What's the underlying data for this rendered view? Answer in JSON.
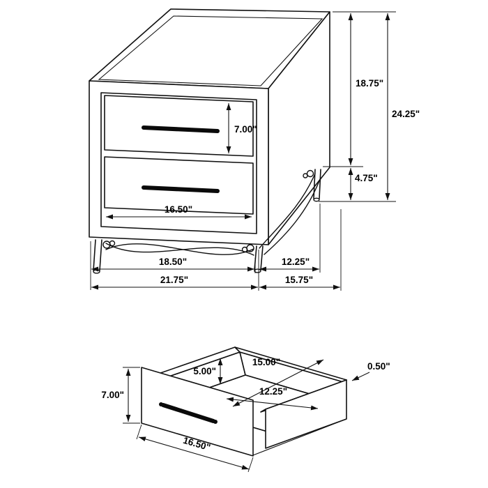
{
  "colors": {
    "line": "#111111",
    "background": "#ffffff"
  },
  "nightstand": {
    "drawer_height": "7.00\"",
    "front_width": "16.50\"",
    "leg_span_front": "18.50\"",
    "overall_width": "21.75\"",
    "leg_span_side": "12.25\"",
    "overall_depth": "15.75\"",
    "case_height": "18.75\"",
    "overall_height": "24.25\"",
    "leg_height": "4.75\""
  },
  "drawer_detail": {
    "interior_depth": "15.00\"",
    "wall_thickness": "0.50\"",
    "interior_height": "5.00\"",
    "interior_width": "12.25\"",
    "front_height": "7.00\"",
    "front_width": "16.50\""
  }
}
